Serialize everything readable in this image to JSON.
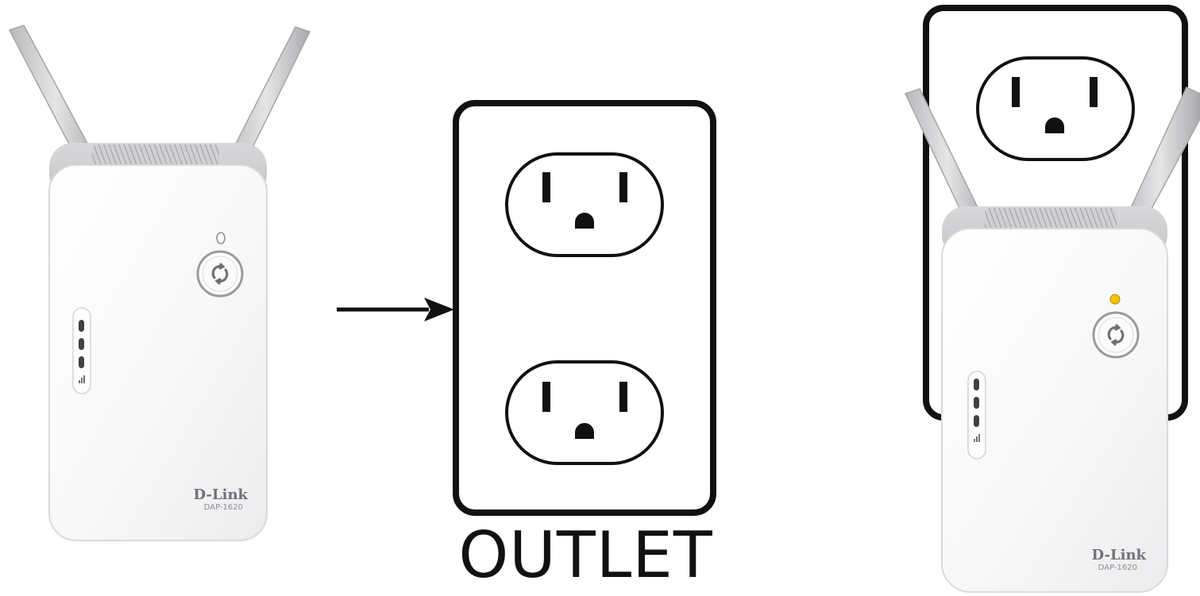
{
  "outlet": {
    "label": "OUTLET"
  },
  "extender_left": {
    "brand": "D-Link",
    "model": "DAP-1620",
    "status_led": "off"
  },
  "extender_right": {
    "brand": "D-Link",
    "model": "DAP-1620",
    "status_led": "amber"
  },
  "colors": {
    "outline": "#111111",
    "device_body": "#ffffff",
    "antenna": "#c9cacc",
    "led_amber": "#f2c400",
    "led_off": "#ffffff"
  },
  "icons": [
    "wps-icon",
    "signal-bars-icon",
    "arrow-right-icon",
    "outlet-socket-icon"
  ]
}
